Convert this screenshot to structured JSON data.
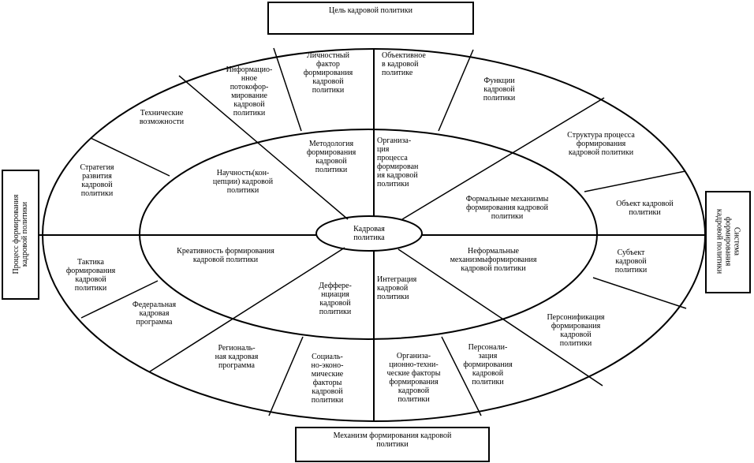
{
  "frames": {
    "goal": "Цель кадровой политики",
    "process": "Процесс формирования\nкадровой политики",
    "system": "Система\nформирования\nкадровой политики",
    "mechanism": "Механизм формирования кадровой\nполитики"
  },
  "center": "Кадровая\nполитика",
  "inner": {
    "methodology": "Методология\nформирования\nкадровой\nполитики",
    "organization": "Организа-\nция\nпроцесса\nформирован\nия кадровой\nполитики",
    "scientific": "Научность(кон-\nцепции) кадровой\nполитики",
    "formal": "Формальные механизмы\nформирования кадровой\nполитики",
    "creativity": "Креативность формирования\nкадровой политики",
    "informal": "Неформальные\nмеханизмыформирования\nкадровой политики",
    "differentiation": "Деффере-\nнциация\nкадровой\nполитики",
    "integration": "Интеграция\nкадровой\nполитики"
  },
  "outer": {
    "personal": "Личностный\nфактор\nформирования\nкадровой\nполитики",
    "objective": "Объективное\nв кадровой\nполитике",
    "info": "Информацио-\nнное\nпотокофор-\nмирование\nкадровой\nполитики",
    "functions": "Функции\nкадровой\nполитики",
    "technical": "Технические\nвозможности",
    "structure": "Структура процесса\nформирования\nкадровой политики",
    "strategy": "Стратегия\nразвития\nкадровой\nполитики",
    "object": "Объект кадровой\nполитики",
    "tactics": "Тактика\nформирования\nкадровой\nполитики",
    "subject": "Субъект\nкадровой\nполитики",
    "federal": "Федеральная\nкадровая\nпрограмма",
    "personification": "Персонификация\nформирования\nкадровой\nполитики",
    "regional": "Региональ-\nная кадровая\nпрограмма",
    "personalization": "Персонали-\nзация\nформирования\nкадровой\nполитики",
    "socioeconomic": "Социаль-\nно-эконо-\nмические\nфакторы\nкадровой\nполитики",
    "orgtech": "Организа-\nционно-техни-\nческие факторы\nформирования\nкадровой\nполитики"
  }
}
